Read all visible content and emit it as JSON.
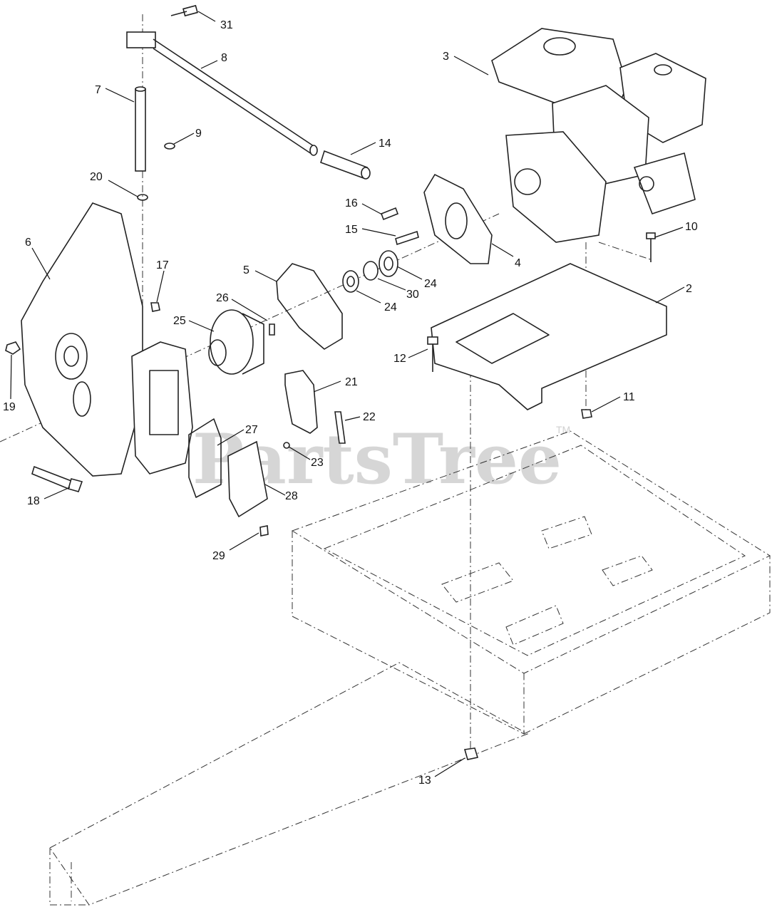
{
  "watermark": {
    "text": "PartsTree",
    "mark": "TM"
  },
  "callouts": [
    {
      "id": "31",
      "label": "31"
    },
    {
      "id": "8",
      "label": "8"
    },
    {
      "id": "7",
      "label": "7"
    },
    {
      "id": "9",
      "label": "9"
    },
    {
      "id": "14",
      "label": "14"
    },
    {
      "id": "20",
      "label": "20"
    },
    {
      "id": "3",
      "label": "3"
    },
    {
      "id": "16",
      "label": "16"
    },
    {
      "id": "15",
      "label": "15"
    },
    {
      "id": "10",
      "label": "10"
    },
    {
      "id": "4",
      "label": "4"
    },
    {
      "id": "6",
      "label": "6"
    },
    {
      "id": "5",
      "label": "5"
    },
    {
      "id": "24a",
      "label": "24"
    },
    {
      "id": "30",
      "label": "30"
    },
    {
      "id": "24b",
      "label": "24"
    },
    {
      "id": "17",
      "label": "17"
    },
    {
      "id": "2",
      "label": "2"
    },
    {
      "id": "26",
      "label": "26"
    },
    {
      "id": "25",
      "label": "25"
    },
    {
      "id": "12",
      "label": "12"
    },
    {
      "id": "19",
      "label": "19"
    },
    {
      "id": "21",
      "label": "21"
    },
    {
      "id": "11",
      "label": "11"
    },
    {
      "id": "22",
      "label": "22"
    },
    {
      "id": "27",
      "label": "27"
    },
    {
      "id": "23",
      "label": "23"
    },
    {
      "id": "18",
      "label": "18"
    },
    {
      "id": "28",
      "label": "28"
    },
    {
      "id": "29",
      "label": "29"
    },
    {
      "id": "13",
      "label": "13"
    }
  ]
}
